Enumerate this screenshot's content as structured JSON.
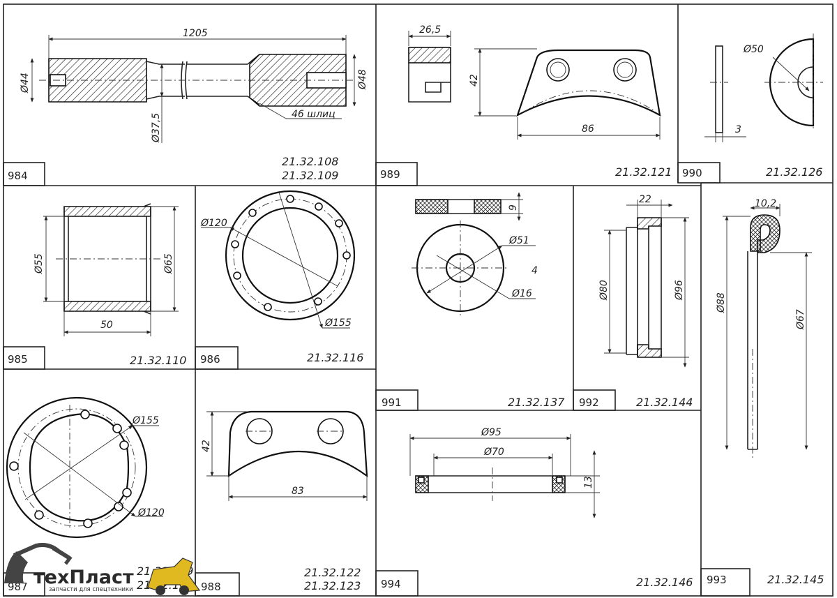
{
  "cells": [
    {
      "num": "984",
      "parts": [
        "21.32.108",
        "21.32.109"
      ],
      "dims": {
        "length": "1205",
        "d_left": "Ø44",
        "d_right": "Ø48",
        "d_neck": "Ø37,5",
        "splines": "46 шлиц"
      }
    },
    {
      "num": "989",
      "parts": [
        "21.32.121"
      ],
      "dims": {
        "thickness": "26,5",
        "height": "42",
        "width": "86"
      }
    },
    {
      "num": "990",
      "parts": [
        "21.32.126"
      ],
      "dims": {
        "diameter": "Ø50",
        "thickness": "3"
      }
    },
    {
      "num": "985",
      "parts": [
        "21.32.110"
      ],
      "dims": {
        "d_inner": "Ø55",
        "d_outer": "Ø65",
        "length": "50"
      }
    },
    {
      "num": "986",
      "parts": [
        "21.32.116"
      ],
      "dims": {
        "d_inner": "Ø120",
        "d_outer": "Ø155"
      }
    },
    {
      "num": "991",
      "parts": [
        "21.32.137"
      ],
      "dims": {
        "thickness": "9",
        "d_outer": "Ø51",
        "d_inner": "Ø16",
        "mark": "4"
      }
    },
    {
      "num": "992",
      "parts": [
        "21.32.144"
      ],
      "dims": {
        "width": "22",
        "d_inner": "Ø80",
        "d_outer": "Ø96"
      }
    },
    {
      "num": "993",
      "parts": [
        "21.32.145"
      ],
      "dims": {
        "width": "10,2",
        "d_outer": "Ø88",
        "d_inner": "Ø67"
      }
    },
    {
      "num": "987",
      "parts": [
        "21.32.119",
        "21.32.120"
      ],
      "dims": {
        "d_outer": "Ø155",
        "d_inner": "Ø120"
      }
    },
    {
      "num": "988",
      "parts": [
        "21.32.122",
        "21.32.123"
      ],
      "dims": {
        "height": "42",
        "width": "83"
      }
    },
    {
      "num": "994",
      "parts": [
        "21.32.146"
      ],
      "dims": {
        "d_outer": "Ø95",
        "d_inner": "Ø70",
        "height": "13"
      }
    }
  ],
  "logo": {
    "brand": "техПласт",
    "tagline": "запчасти для спецтехники"
  }
}
